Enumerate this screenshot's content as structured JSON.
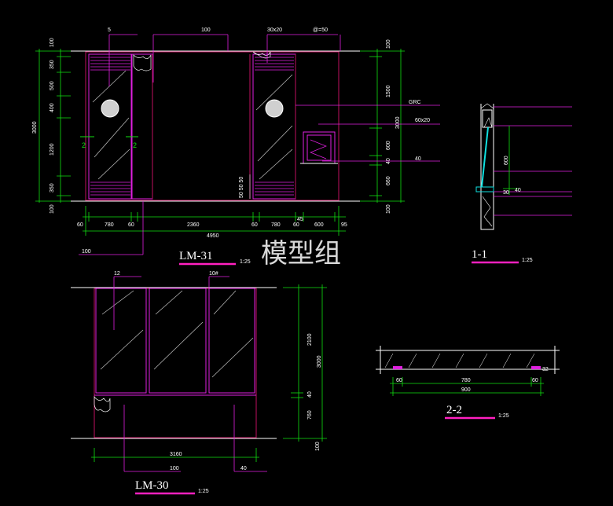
{
  "watermark": "模型组",
  "lm31": {
    "title": "LM-31",
    "scale": "1:25",
    "top_labels": [
      "5",
      "100",
      "30x20",
      "@=50"
    ],
    "left_dims": [
      "100",
      "350",
      "500",
      "400",
      "1200",
      "350",
      "100"
    ],
    "left_total": "3000",
    "right_dims": [
      "100",
      "1500",
      "600",
      "40",
      "660",
      "100"
    ],
    "right_total": "3000",
    "bottom_dims": [
      "60",
      "780",
      "60",
      "2360",
      "60",
      "780",
      "60",
      "600",
      "95"
    ],
    "bottom_total": "4950",
    "bottom_sub": "45",
    "callout_100": "100",
    "section_mark": "2",
    "vertical_note": "50 50 50",
    "callouts": [
      "GRC",
      "60x20",
      "40"
    ]
  },
  "sec11": {
    "title": "1-1",
    "scale": "1:25",
    "dim_600": "600",
    "dim_40": "40",
    "dim_30": "30"
  },
  "lm30": {
    "title": "LM-30",
    "scale": "1:25",
    "top_labels": [
      "12",
      "10#"
    ],
    "right_dims": [
      "2100",
      "40",
      "760",
      "100"
    ],
    "right_total": "3000",
    "bottom_total": "3160",
    "bottom_sub": [
      "100",
      "40"
    ]
  },
  "sec22": {
    "title": "2-2",
    "scale": "1:25",
    "dims": [
      "60",
      "780",
      "60"
    ],
    "total": "900",
    "side": "32"
  }
}
